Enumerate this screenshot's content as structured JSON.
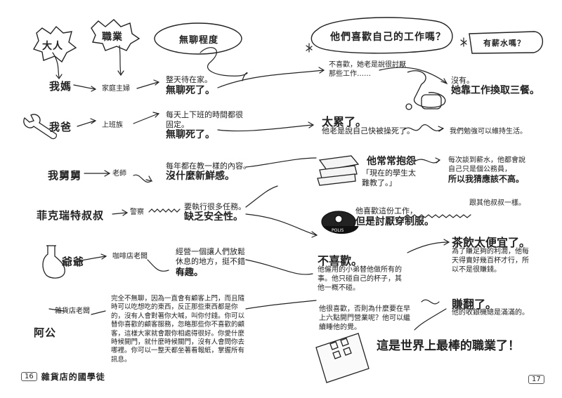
{
  "headers": {
    "people": "大人",
    "job": "職業",
    "boredom": "無聊程度",
    "like": "他們喜歡自己的工作嗎？",
    "salary": "有薪水嗎？"
  },
  "rows": [
    {
      "name": "我媽",
      "job": "家庭主婦",
      "boredom_small": "整天待在家。",
      "boredom_big": "無聊死了。",
      "like_small": "不喜歡，她老是說很討厭那些工作……",
      "salary_small": "沒有。",
      "salary_big": "她靠工作換取三餐。"
    },
    {
      "name": "我爸",
      "job": "上班族",
      "boredom_small": "每天上下班的時間都很固定。",
      "boredom_big": "無聊死了。",
      "like_big": "太累了。",
      "like_small": "他老是說自己快被操死了。",
      "salary_small": "我們勉強可以維持生活。"
    },
    {
      "name": "我舅舅",
      "job": "老師",
      "boredom_small": "每年都在教一樣的內容。",
      "boredom_big": "沒什麼新鮮感。",
      "like_big": "他常常抱怨",
      "like_small": "「現在的學生太難教了。」",
      "salary_small": "每次談到薪水，他都會說自己只是個公務員，",
      "salary_big": "所以我猜應該不高。"
    },
    {
      "name": "菲克瑞特叔叔",
      "job": "警察",
      "boredom_small": "要執行很多任務。",
      "boredom_big": "缺乏安全性。",
      "like_small": "他喜歡這份工作，",
      "like_big": "但是討厭穿制服。",
      "salary_small": "跟其他叔叔一樣。"
    },
    {
      "name": "爺爺",
      "job": "咖啡店老闆",
      "boredom_small": "經營一個讓人們放鬆休息的地方，挺不錯的。",
      "boredom_big": "有趣。",
      "like_big": "不喜歡。",
      "like_small": "他僱用的小弟替他做所有的事。他只碰自己的杯子，其他一概不碰。",
      "salary_big": "茶飲太便宜了。",
      "salary_small": "為了賺足夠的利潤，他每天得賣好幾百杯才行，所以不是很賺錢。"
    },
    {
      "name": "阿公",
      "job": "雜貨店老闆",
      "boredom_small": "完全不無聊，因為一直會有顧客上門，而且隨時可以吃想吃的東西，反正那些東西都是你的，沒有人會對著你大喊，叫你付錢。你可以替你喜歡的顧客服務，忽略那些你不喜歡的顧客，這樣大家就會跟你相處得很好。你愛什麼時候開門，就什麼時候關門，沒有人會問你去哪裡。你可以一整天都坐著看報紙，掌握所有訊息。",
      "like_small": "他很喜歡，否則為什麼要在早上六點開門營業呢？他可以繼續睡他的覺。",
      "salary_big": "賺翻了。",
      "salary_small": "他的收銀機總是滿滿的。"
    }
  ],
  "conclusion": "這是世界上最棒的職業了！",
  "footer": {
    "left_page": "16",
    "book_title": "雜貨店的國學徒",
    "right_page": "17"
  },
  "police_cap_text": "POLIS"
}
